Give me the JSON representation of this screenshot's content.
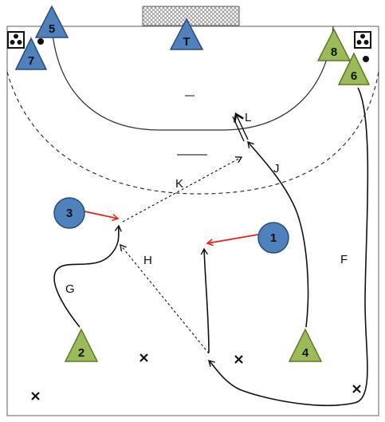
{
  "players": {
    "blue_triangles": [
      "5",
      "7",
      "T"
    ],
    "green_triangles": [
      "8",
      "6",
      "2",
      "4"
    ],
    "blue_circles": [
      "3",
      "1"
    ]
  },
  "path_labels": {
    "g": "G",
    "h": "H",
    "k": "K",
    "j": "J",
    "l": "L",
    "f": "F"
  },
  "colors": {
    "blue_fill": "#4f81bd",
    "blue_stroke": "#2a4d7a",
    "green_fill": "#9bbb59",
    "green_stroke": "#5f7a2c",
    "red_arrow": "#e8201a",
    "court_line": "#777777",
    "path_line": "#111111"
  },
  "icons": {
    "goal": "goal-net-icon",
    "cone_marker": "cross-mark-icon",
    "ball_box": "ball-box-icon",
    "ball": "ball-dot-icon"
  }
}
